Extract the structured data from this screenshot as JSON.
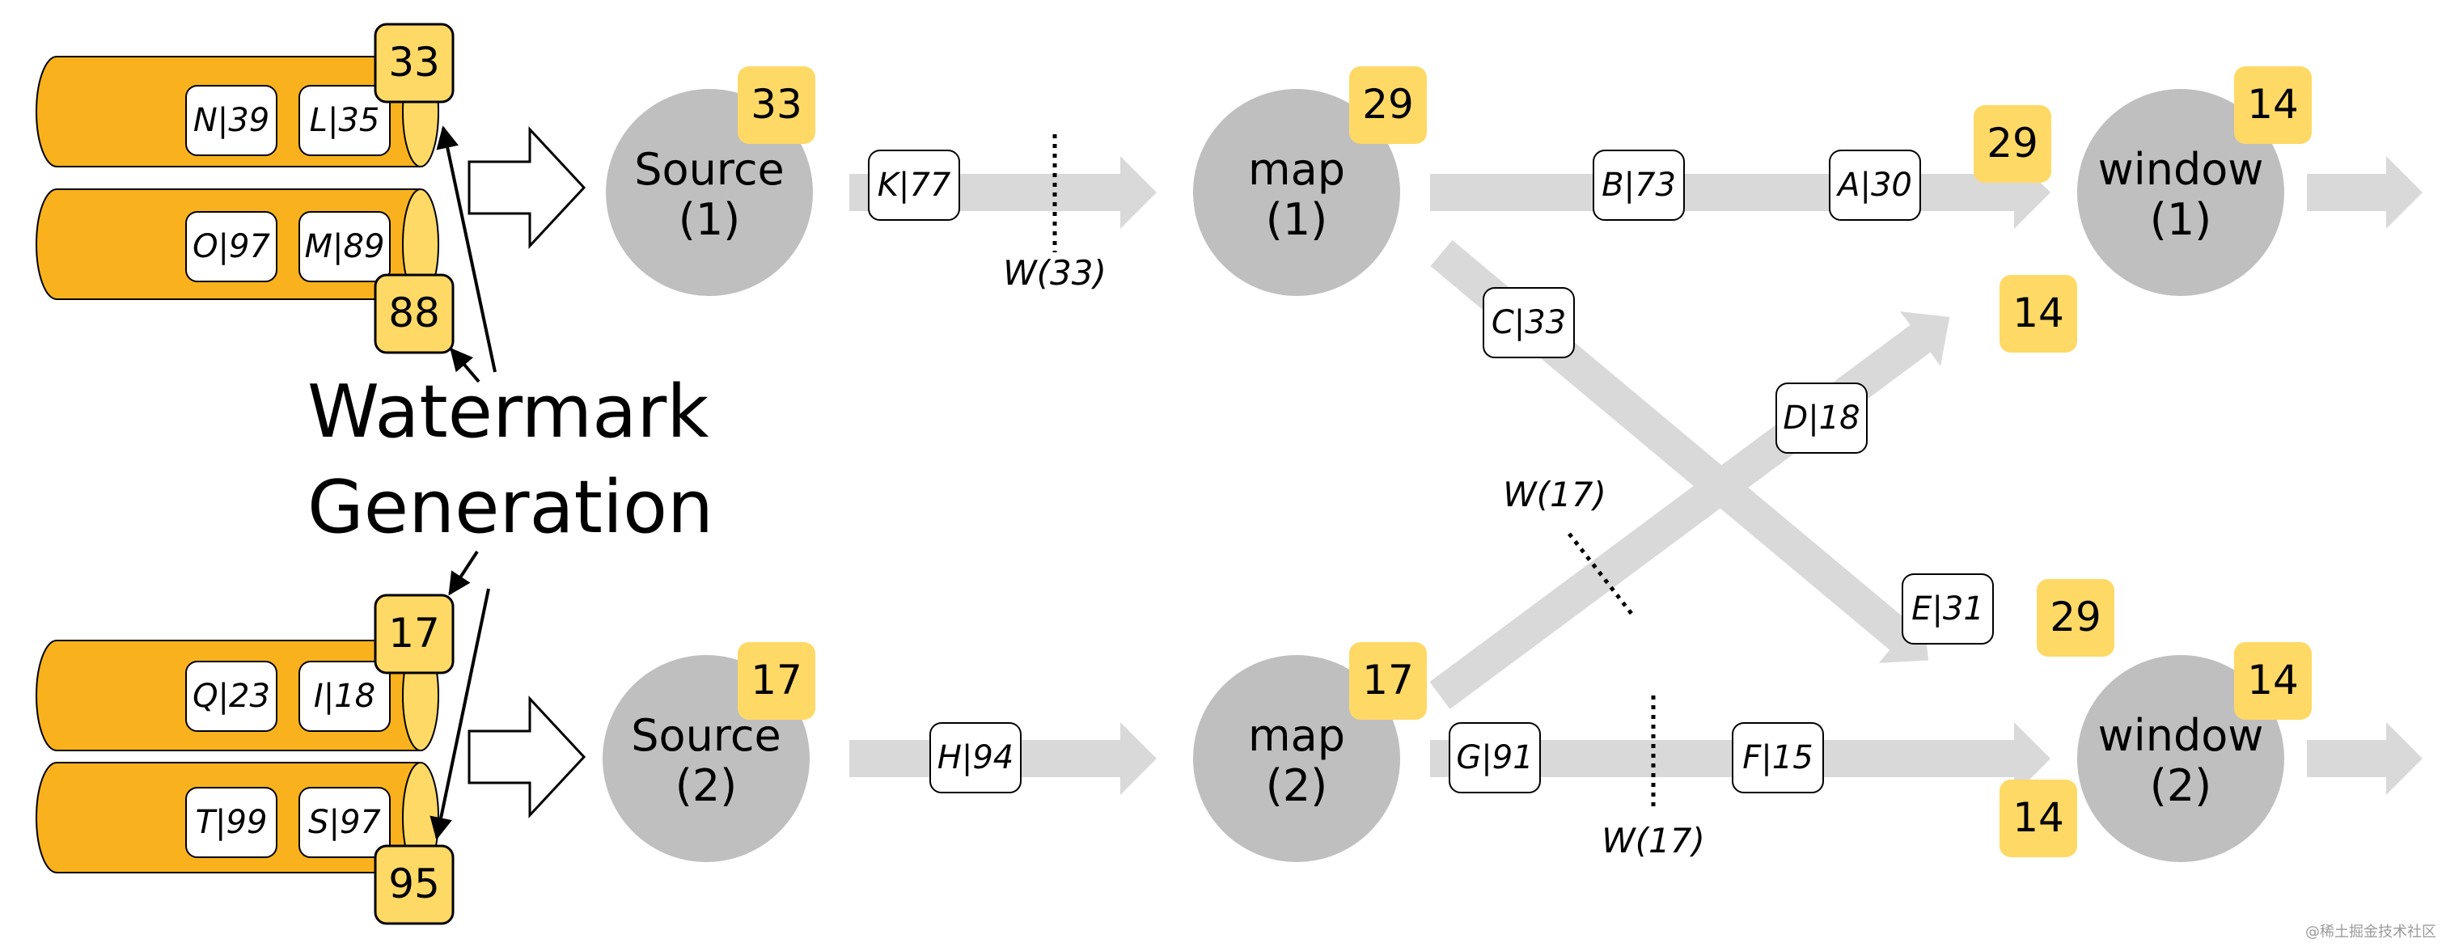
{
  "title": {
    "line1": "Watermark",
    "line2": "Generation"
  },
  "partitions": [
    {
      "records": [
        "N|39",
        "L|35"
      ],
      "watermark": "33"
    },
    {
      "records": [
        "O|97",
        "M|89"
      ],
      "watermark": "88"
    },
    {
      "records": [
        "Q|23",
        "I|18"
      ],
      "watermark": "17"
    },
    {
      "records": [
        "T|99",
        "S|97"
      ],
      "watermark": "95"
    }
  ],
  "nodes": [
    {
      "id": "source1",
      "line1": "Source",
      "line2": "(1)",
      "badge": "33"
    },
    {
      "id": "source2",
      "line1": "Source",
      "line2": "(2)",
      "badge": "17"
    },
    {
      "id": "map1",
      "line1": "map",
      "line2": "(1)",
      "badge": "29"
    },
    {
      "id": "map2",
      "line1": "map",
      "line2": "(2)",
      "badge": "17"
    },
    {
      "id": "window1",
      "line1": "window",
      "line2": "(1)",
      "badge": "14"
    },
    {
      "id": "window2",
      "line1": "window",
      "line2": "(2)",
      "badge": "14"
    }
  ],
  "channel_badges": [
    "29",
    "14",
    "29",
    "14"
  ],
  "events": [
    "K|77",
    "H|94",
    "B|73",
    "A|30",
    "C|33",
    "D|18",
    "E|31",
    "G|91",
    "F|15"
  ],
  "watermarks": [
    "W(33)",
    "W(17)",
    "W(17)"
  ],
  "watermark_text": "@稀土掘金技术社区",
  "colors": {
    "orange": "#F9B21E",
    "badge": "#FFD966",
    "node": "#BFBFBF",
    "arrow": "#D9D9D9",
    "stroke": "#000000"
  }
}
